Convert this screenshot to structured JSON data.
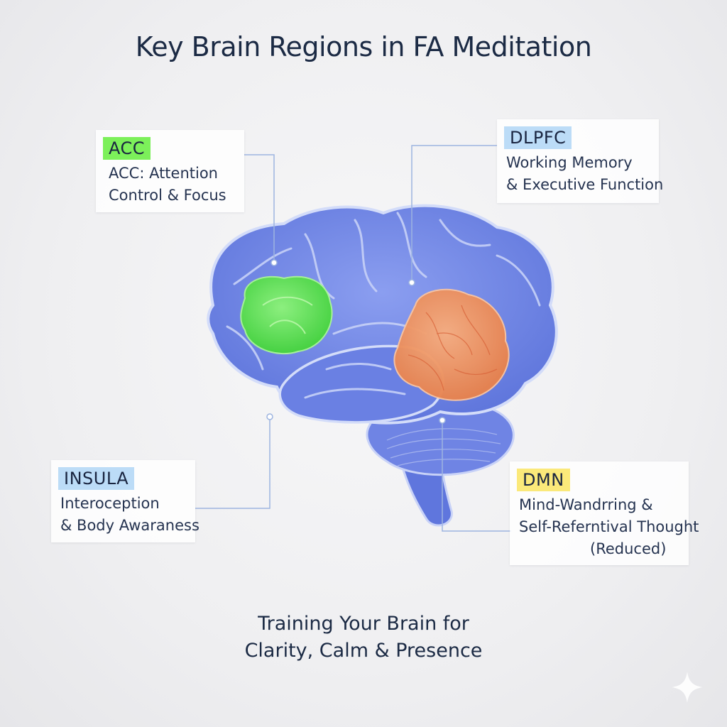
{
  "title": "Key Brain Regions in FA Meditation",
  "regions": {
    "acc": {
      "tag": "ACC",
      "tag_color": "#7cf05a",
      "region_color": "#5ce64a",
      "lines": [
        "ACC: Attention",
        "Control & Focus"
      ]
    },
    "dlpfc": {
      "tag": "DLPFC",
      "tag_color": "#bcdcf7",
      "region_color": "#f0935f",
      "lines": [
        "Working Memory",
        "& Executive Function"
      ]
    },
    "insula": {
      "tag": "INSULA",
      "tag_color": "#bcdcf7",
      "lines": [
        "Interoception",
        "& Body Awaraness"
      ]
    },
    "dmn": {
      "tag": "DMN",
      "tag_color": "#fbe97a",
      "lines": [
        "Mind-Wandrring &",
        "Self-Referntival Thought",
        "(Reduced)"
      ]
    }
  },
  "footer": {
    "line1": "Training Your Brain for",
    "line2": "Clarity, Calm & Presence"
  },
  "colors": {
    "brain": "#6f86e8",
    "brain_shadow": "#5a6fd6",
    "brain_highlight": "#aebcf5",
    "connector": "#9db4e0"
  },
  "icons": {
    "corner": "sparkle-icon"
  }
}
